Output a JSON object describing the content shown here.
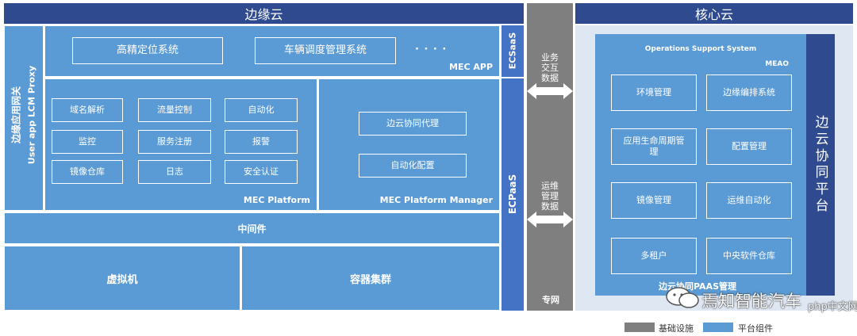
{
  "edge_cloud": {
    "title": "边缘云",
    "gateway_label": "边缘应用网关",
    "proxy_label": "User app LCM Proxy",
    "mec_app": {
      "label": "MEC APP",
      "items": [
        "高精定位系统",
        "车辆调度管理系统"
      ],
      "ellipsis": "· · · ·"
    },
    "mec_platform": {
      "label": "MEC Platform",
      "items": [
        "域名解析",
        "流量控制",
        "自动化",
        "监控",
        "服务注册",
        "报警",
        "镜像仓库",
        "日志",
        "安全认证"
      ]
    },
    "mec_platform_manager": {
      "label": "MEC Platform Manager",
      "items": [
        "边云协同代理",
        "自动化配置"
      ]
    },
    "middleware": "中间件",
    "vm": "虚拟机",
    "container": "容器集群",
    "ecsaas": "ECSaaS",
    "ecpaas": "ECPaaS"
  },
  "link": {
    "business_data": [
      "业务",
      "交互",
      "数据"
    ],
    "ops_data": [
      "运维",
      "管理",
      "数据"
    ],
    "private_net": "专网"
  },
  "core_cloud": {
    "title": "核心云",
    "oss": "Operations Support System",
    "meao": "MEAO",
    "items": [
      "环境管理",
      "边缘编排系统",
      "应用生命周期管理",
      "配置管理",
      "镜像管理",
      "运维自动化",
      "多租户",
      "中央软件仓库"
    ],
    "paas_label": "边云协同PAAS管理",
    "side_label": "边云协同平台"
  },
  "watermark": {
    "text": "焉知智能汽车",
    "site": "php中文网"
  },
  "legend": {
    "items": [
      {
        "label": "基础设施",
        "color": "#7f7f7f"
      },
      {
        "label": "平台组件",
        "color": "#5b9bd5"
      }
    ]
  }
}
